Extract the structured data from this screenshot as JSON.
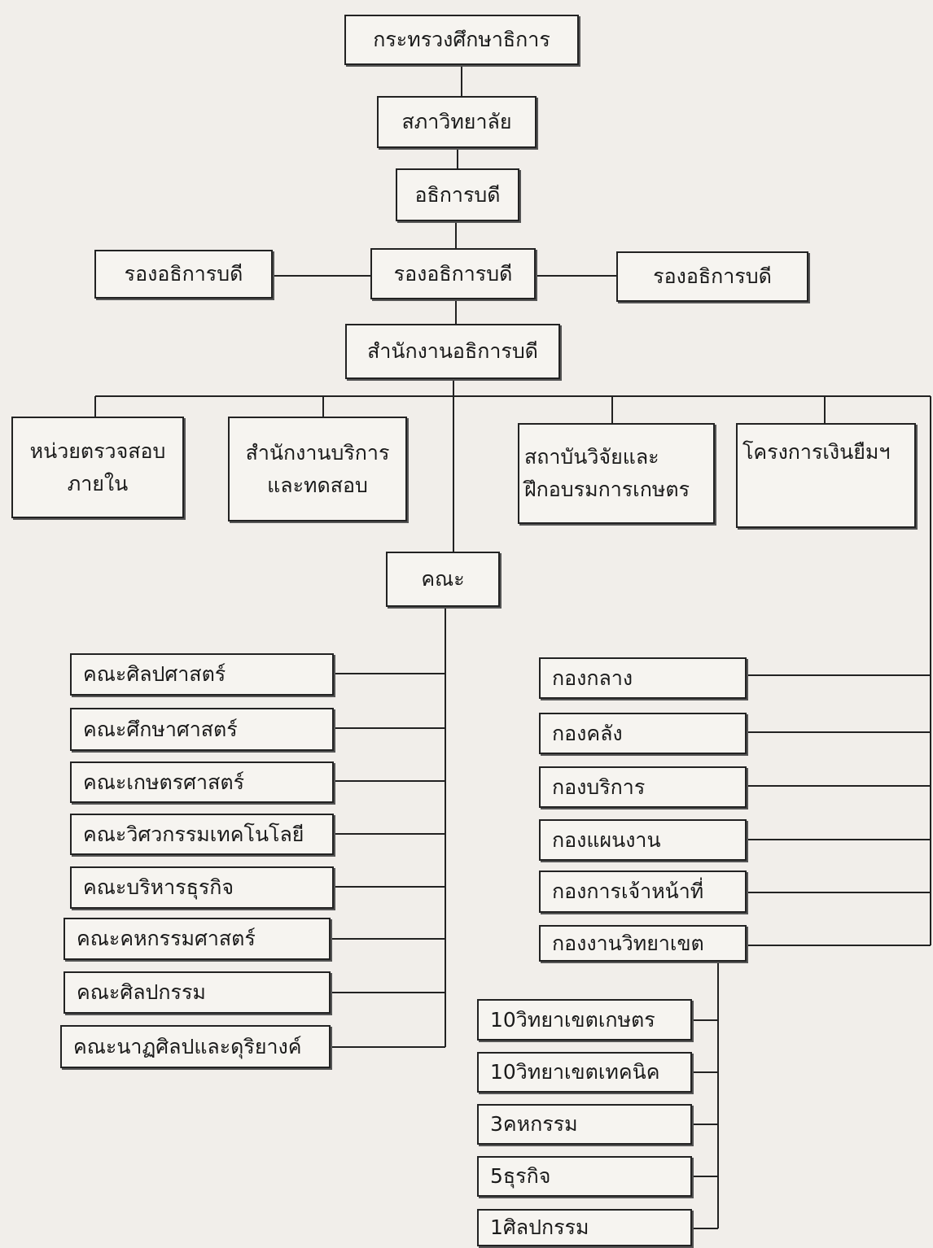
{
  "top": {
    "ministry": "กระทรวงศึกษาธิการ",
    "council": "สภาวิทยาลัย",
    "director": "อธิการบดี",
    "vice_left": "รองอธิการบดี",
    "vice_center": "รองอธิการบดี",
    "vice_right": "รองอธิการบดี",
    "office": "สำนักงานอธิการบดี"
  },
  "units": {
    "audit": [
      "หน่วยตรวจสอบ",
      "ภายใน"
    ],
    "service": [
      "สำนักงานบริการ",
      "และทดสอบ"
    ],
    "research": [
      "สถาบันวิจัยและ",
      "ฝึกอบรมการเกษตร"
    ],
    "loan": "โครงการเงินยืมฯ"
  },
  "faculty_head": "คณะ",
  "faculties": [
    "คณะศิลปศาสตร์",
    "คณะศึกษาศาสตร์",
    "คณะเกษตรศาสตร์",
    "คณะวิศวกรรมเทคโนโลยี",
    "คณะบริหารธุรกิจ",
    "คณะคหกรรมศาสตร์",
    "คณะศิลปกรรม",
    "คณะนาฏศิลปและดุริยางค์"
  ],
  "divisions": [
    "กองกลาง",
    "กองคลัง",
    "กองบริการ",
    "กองแผนงาน",
    "กองการเจ้าหน้าที่",
    "กองงานวิทยาเขต"
  ],
  "campuses": [
    "10วิทยาเขตเกษตร",
    "10วิทยาเขตเทคนิค",
    "3คหกรรม",
    "5ธุรกิจ",
    "1ศิลปกรรม"
  ]
}
